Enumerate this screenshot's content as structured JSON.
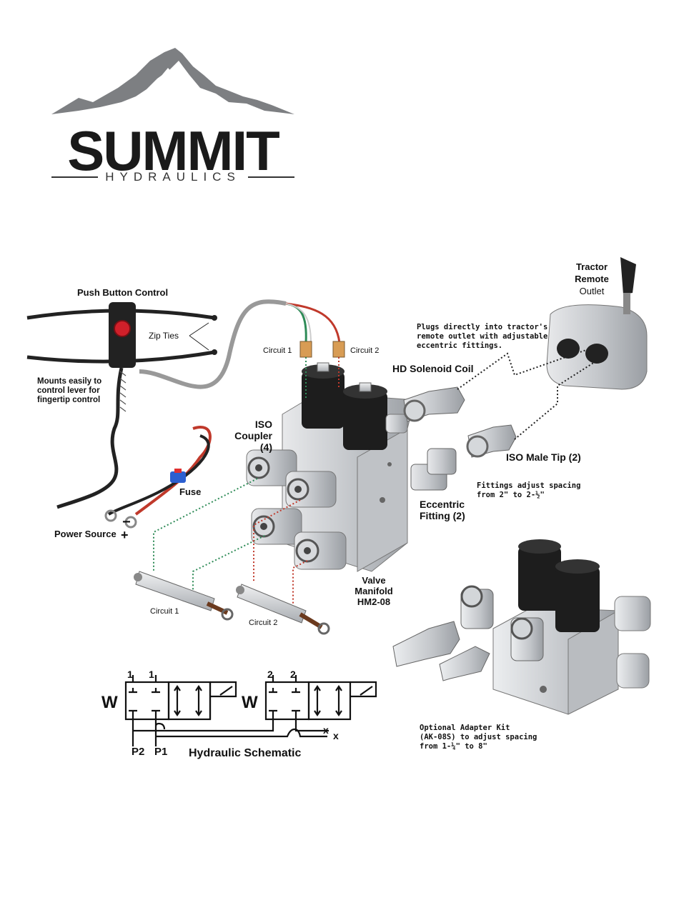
{
  "logo": {
    "word": "SUMMIT",
    "subtitle": "HYDRAULICS",
    "mountain_icon": "mountain-icon"
  },
  "labels": {
    "push_button_control": "Push Button Control",
    "zip_ties": "Zip Ties",
    "mounts": [
      "Mounts easily to",
      "control lever for",
      "fingertip control"
    ],
    "power_source": "Power Source",
    "minus": "−",
    "plus": "+",
    "fuse": "Fuse",
    "iso_coupler": [
      "ISO",
      "Coupler (4)"
    ],
    "circuit1_top": "Circuit 1",
    "circuit2_top": "Circuit 2",
    "hd_solenoid_coil": "HD Solenoid Coil",
    "plugs_directly": [
      "Plugs directly into tractor's",
      "remote outlet with adjustable",
      "eccentric fittings."
    ],
    "tractor_remote_outlet": [
      "Tractor",
      "Remote",
      "Outlet"
    ],
    "iso_male_tip": "ISO Male Tip (2)",
    "fittings_adjust": [
      "Fittings adjust spacing",
      "from 2\" to 2-½\""
    ],
    "eccentric_fitting": [
      "Eccentric",
      "Fitting (2)"
    ],
    "valve_manifold": [
      "Valve Manifold",
      "HM2-08"
    ],
    "circuit1_bottom": "Circuit 1",
    "circuit2_bottom": "Circuit 2",
    "optional_adapter": [
      "Optional Adapter Kit",
      "(AK-08S) to adjust spacing",
      "from 1-¼\" to 8\""
    ]
  },
  "schematic": {
    "title": "Hydraulic Schematic",
    "w_left": "W",
    "w_right": "W",
    "port_1a": "1",
    "port_1b": "1",
    "port_2a": "2",
    "port_2b": "2",
    "p2": "P2",
    "p1": "P1",
    "x1": "x",
    "x2": "x"
  },
  "colors": {
    "green_line": "#2e8b57",
    "red_line": "#c0392b",
    "button_red": "#d0202a",
    "fuse_blue": "#2c5fd0",
    "metal": "#c9ccd0",
    "dark": "#1a1a1a"
  }
}
